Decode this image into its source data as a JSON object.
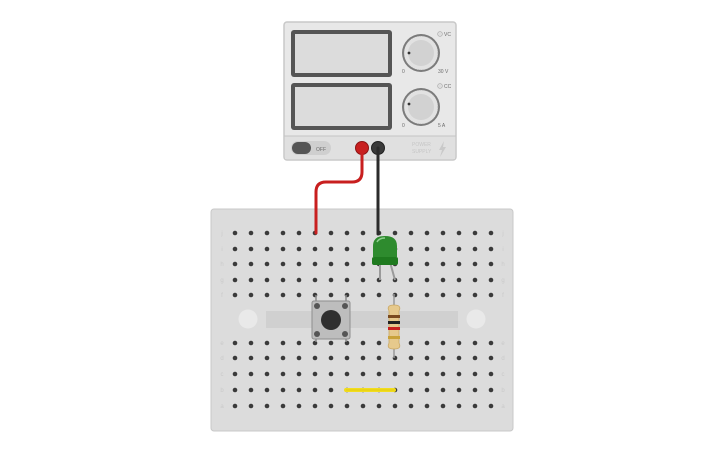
{
  "power_supply": {
    "knobs": [
      {
        "name": "voltage",
        "mode_label": "VC",
        "min_label": "0",
        "max_label": "30 V"
      },
      {
        "name": "current",
        "mode_label": "CC",
        "min_label": "0",
        "max_label": "5 A"
      }
    ],
    "switch_label": "OFF",
    "brand_lines": [
      "POWER",
      "SUPPLY"
    ]
  },
  "breadboard": {
    "columns": 17,
    "top_rows": [
      "j",
      "i",
      "h",
      "g",
      "f"
    ],
    "bottom_rows": [
      "e",
      "d",
      "c",
      "b",
      "a"
    ]
  },
  "components": [
    {
      "type": "LED",
      "color": "green"
    },
    {
      "type": "push-button"
    },
    {
      "type": "resistor"
    },
    {
      "type": "jumper-wire",
      "color": "yellow"
    },
    {
      "type": "wire",
      "color": "red"
    },
    {
      "type": "wire",
      "color": "black"
    }
  ],
  "colors": {
    "wire_red": "#cc1f1f",
    "wire_black": "#2b2b2b",
    "led_green": "#2e8b2e",
    "jumper_yellow": "#f2dd1f",
    "board": "#dcdcdc",
    "supply_body": "#e6e6e6"
  }
}
